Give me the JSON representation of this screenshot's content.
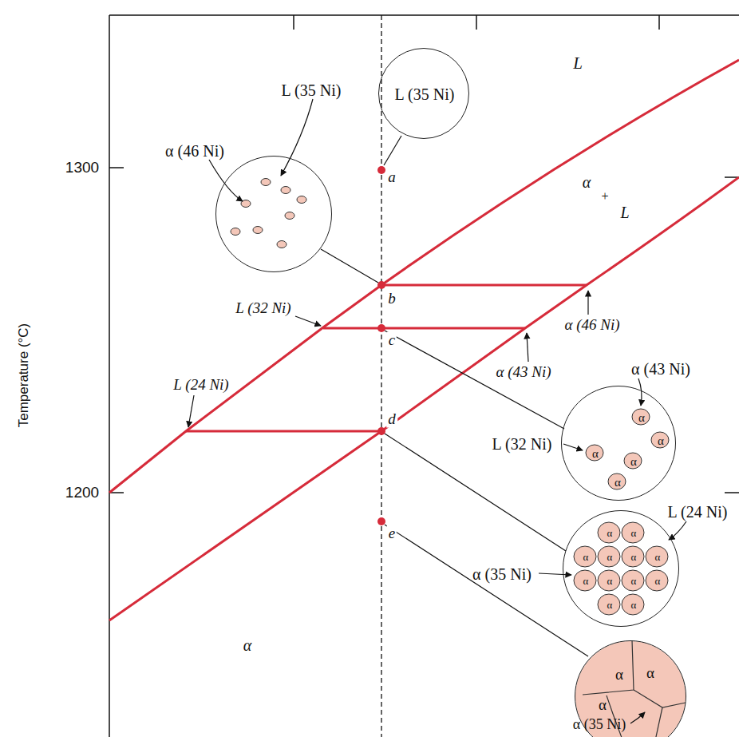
{
  "diagram": {
    "nodes": [
      {
        "text": [
          "L (35 Ni)"
        ]
      },
      {
        "text": [
          "L (35 Ni)",
          "α (46 Ni)"
        ]
      },
      {
        "text": [
          "α (43 Ni)",
          "L (32 Ni)",
          "α",
          "α",
          "α",
          "α",
          "α"
        ]
      },
      {
        "text": [
          "L (24 Ni)",
          "α (35 Ni)",
          "α",
          "α",
          "α",
          "α",
          "α",
          "α",
          "α",
          "α",
          "α",
          "α",
          "α",
          "α"
        ]
      },
      {
        "text": [
          "α",
          "α",
          "α",
          "α (35 Ni)"
        ]
      }
    ],
    "labels": [
      "1300",
      "1200",
      "Temperature (°C)",
      "L",
      "α",
      "+",
      "L",
      "a",
      "b",
      "c",
      "d",
      "e",
      "L (32 Ni)",
      "α (46 Ni)",
      "α (43 Ni)",
      "L (24 Ni)",
      "α"
    ]
  }
}
